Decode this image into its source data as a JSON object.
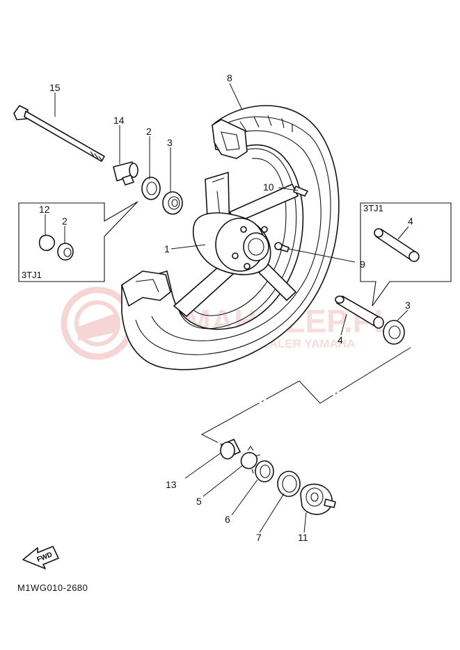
{
  "diagram_code": "M1WG010-2680",
  "watermark": {
    "brand": "YAMAHA",
    "line1_suffix": "-LEP.PL",
    "line2": "WOJCIECHOWICZ DEALER YAMAHA",
    "color": "#f2c7c7"
  },
  "inset_boxes": [
    {
      "id": "left",
      "label": "3TJ1"
    },
    {
      "id": "right",
      "label": "3TJ1"
    }
  ],
  "fwd_label": "FWD",
  "callouts": {
    "c1": "1",
    "c2": "2",
    "c2b": "2",
    "c3": "3",
    "c3b": "3",
    "c4": "4",
    "c4b": "4",
    "c5": "5",
    "c6": "6",
    "c7": "7",
    "c8": "8",
    "c9": "9",
    "c10": "10",
    "c11": "11",
    "c12": "12",
    "c13": "13",
    "c14": "14",
    "c15": "15"
  }
}
